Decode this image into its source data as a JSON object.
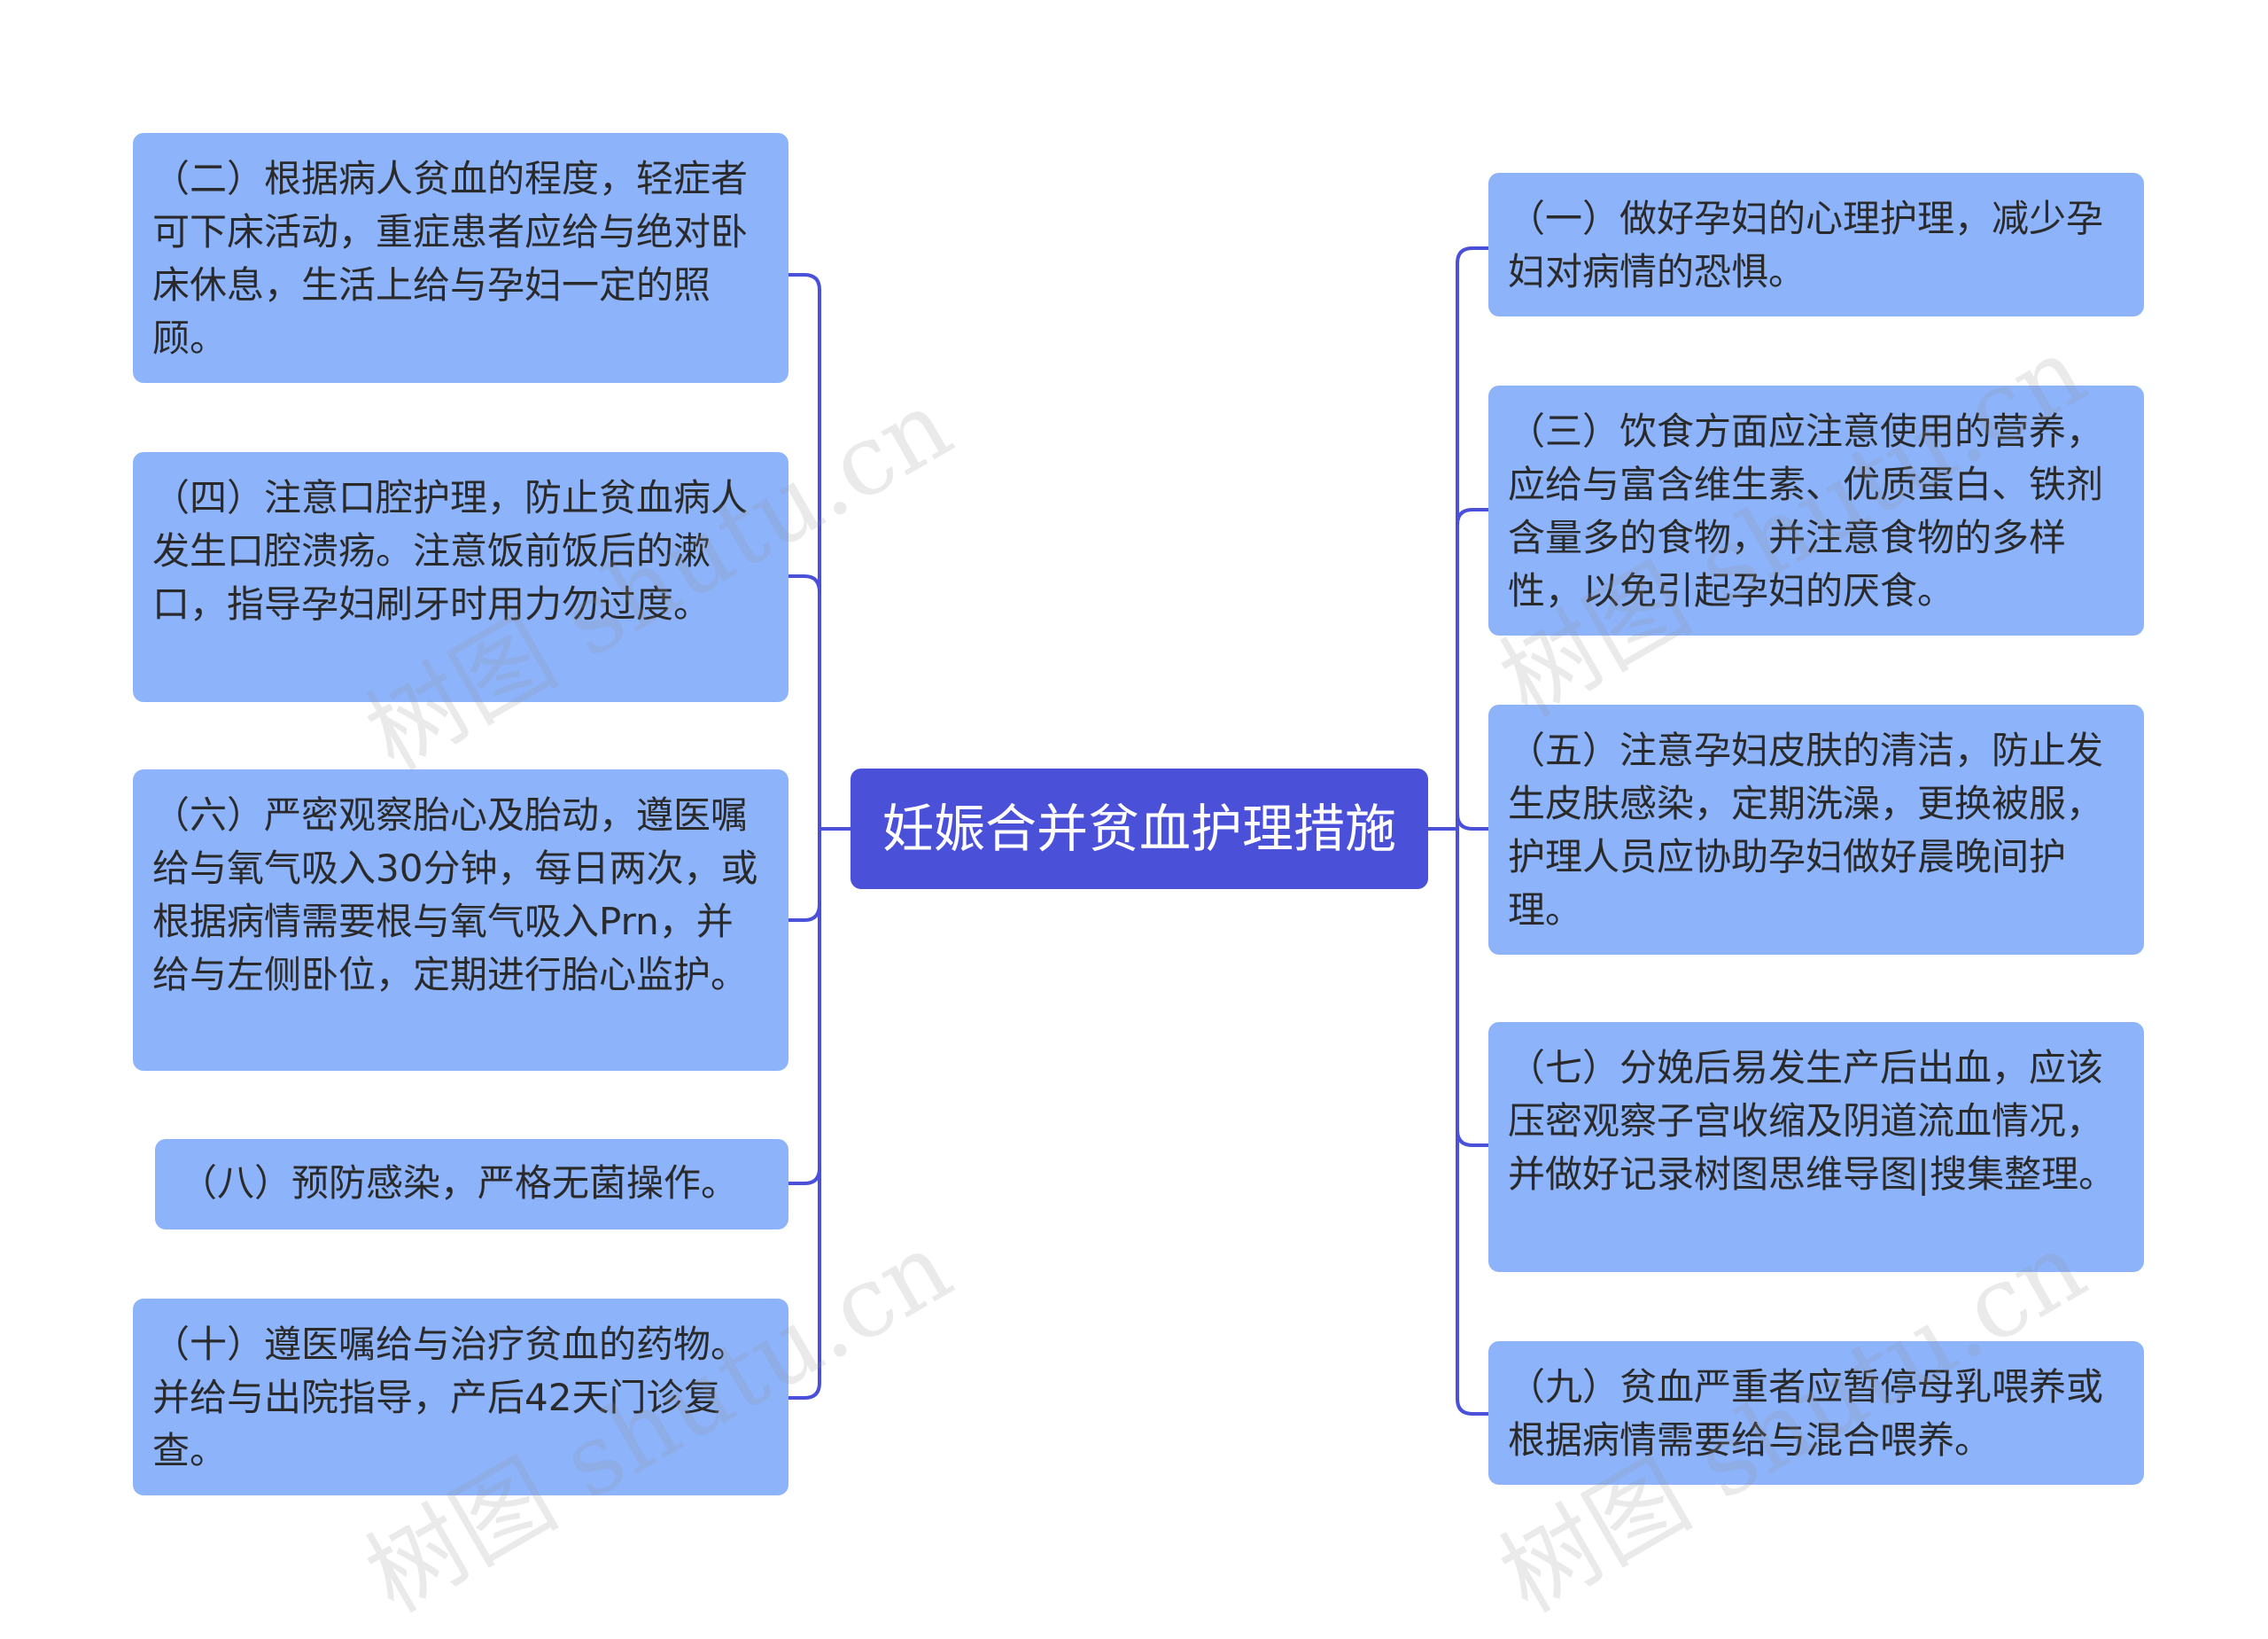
{
  "center": {
    "label": "妊娠合并贫血护理措施"
  },
  "left_nodes": [
    {
      "text": "（二）根据病人贫血的程度，轻症者可下床活动，重症患者应给与绝对卧床休息，生活上给与孕妇一定的照顾。"
    },
    {
      "text": "（四）注意口腔护理，防止贫血病人发生口腔溃疡。注意饭前饭后的漱口，指导孕妇刷牙时用力勿过度。"
    },
    {
      "text": "（六）严密观察胎心及胎动，遵医嘱给与氧气吸入30分钟，每日两次，或根据病情需要根与氧气吸入Prn，并给与左侧卧位，定期进行胎心监护。"
    },
    {
      "text": "（八）预防感染，严格无菌操作。"
    },
    {
      "text": "（十）遵医嘱给与治疗贫血的药物。并给与出院指导，产后42天门诊复查。"
    }
  ],
  "right_nodes": [
    {
      "text": "（一）做好孕妇的心理护理，减少孕妇对病情的恐惧。"
    },
    {
      "text": "（三）饮食方面应注意使用的营养，应给与富含维生素、优质蛋白、铁剂含量多的食物，并注意食物的多样性，以免引起孕妇的厌食。"
    },
    {
      "text": "（五）注意孕妇皮肤的清洁，防止发生皮肤感染，定期洗澡，更换被服，护理人员应协助孕妇做好晨晚间护理。"
    },
    {
      "text": "（七）分娩后易发生产后出血，应该压密观察子宫收缩及阴道流血情况，并做好记录树图思维导图|搜集整理。"
    },
    {
      "text": "（九）贫血严重者应暂停母乳喂养或根据病情需要给与混合喂养。"
    }
  ],
  "watermark": {
    "text": "树图 shutu.cn"
  },
  "colors": {
    "center_fill": "#4b50d8",
    "node_fill": "#8db3fb",
    "connector": "#4b50d8"
  }
}
